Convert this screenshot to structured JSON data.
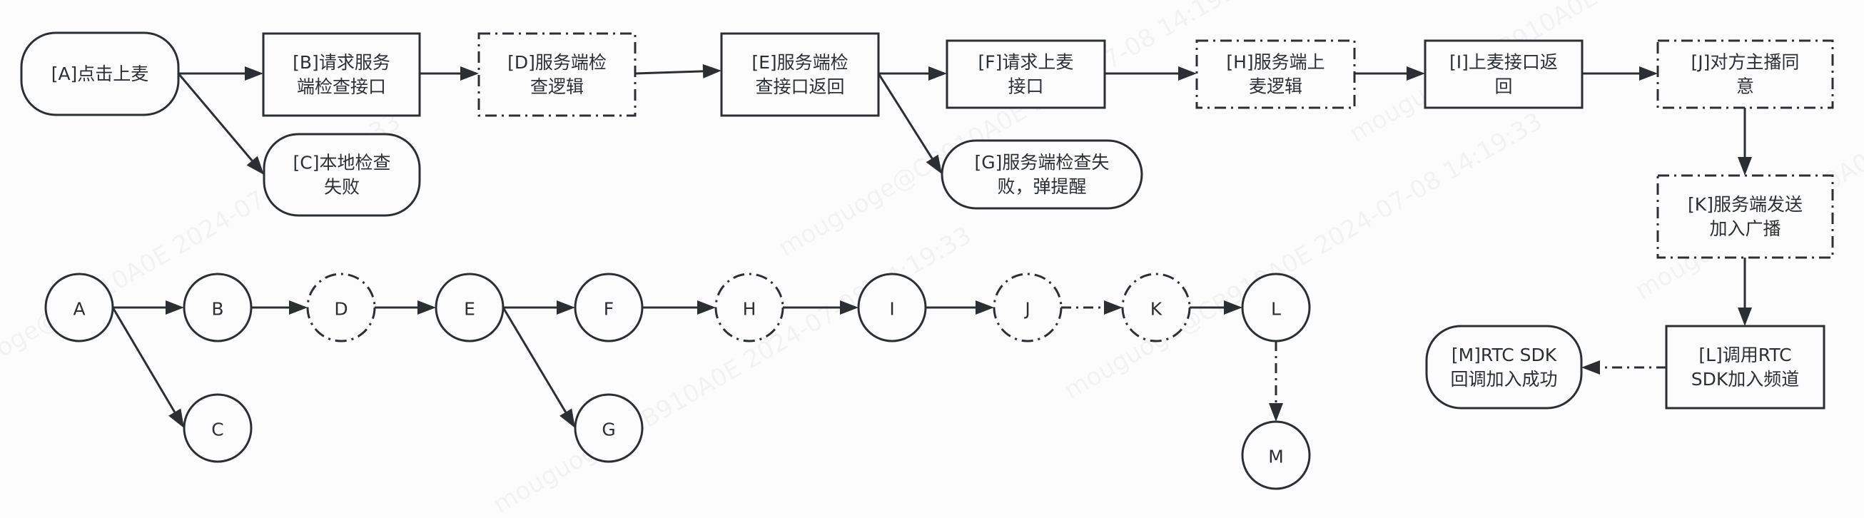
{
  "diagram": {
    "flowchart": {
      "nodes": [
        {
          "id": "A",
          "label_lines": [
            "[A]点击上麦"
          ],
          "shape": "rounded",
          "border": "solid"
        },
        {
          "id": "B",
          "label_lines": [
            "[B]请求服务",
            "端检查接口"
          ],
          "shape": "rect",
          "border": "solid"
        },
        {
          "id": "C",
          "label_lines": [
            "[C]本地检查",
            "失败"
          ],
          "shape": "rounded",
          "border": "solid"
        },
        {
          "id": "D",
          "label_lines": [
            "[D]服务端检",
            "查逻辑"
          ],
          "shape": "rect",
          "border": "dash-dot"
        },
        {
          "id": "E",
          "label_lines": [
            "[E]服务端检",
            "查接口返回"
          ],
          "shape": "rect",
          "border": "solid"
        },
        {
          "id": "F",
          "label_lines": [
            "[F]请求上麦",
            "接口"
          ],
          "shape": "rect",
          "border": "solid"
        },
        {
          "id": "G",
          "label_lines": [
            "[G]服务端检查失",
            "败，弹提醒"
          ],
          "shape": "rounded",
          "border": "solid"
        },
        {
          "id": "H",
          "label_lines": [
            "[H]服务端上",
            "麦逻辑"
          ],
          "shape": "rect",
          "border": "dash-dot"
        },
        {
          "id": "I",
          "label_lines": [
            "[I]上麦接口返",
            "回"
          ],
          "shape": "rect",
          "border": "solid"
        },
        {
          "id": "J",
          "label_lines": [
            "[J]对方主播同",
            "意"
          ],
          "shape": "rect",
          "border": "dash-dot"
        },
        {
          "id": "K",
          "label_lines": [
            "[K]服务端发送",
            "加入广播"
          ],
          "shape": "rect",
          "border": "dash-dot"
        },
        {
          "id": "L",
          "label_lines": [
            "[L]调用RTC",
            "SDK加入频道"
          ],
          "shape": "rect",
          "border": "solid"
        },
        {
          "id": "M",
          "label_lines": [
            "[M]RTC SDK",
            "回调加入成功"
          ],
          "shape": "rounded",
          "border": "solid"
        }
      ],
      "edges": [
        {
          "from": "A",
          "to": "B",
          "style": "solid"
        },
        {
          "from": "A",
          "to": "C",
          "style": "solid"
        },
        {
          "from": "B",
          "to": "D",
          "style": "solid"
        },
        {
          "from": "D",
          "to": "E",
          "style": "solid"
        },
        {
          "from": "E",
          "to": "F",
          "style": "solid"
        },
        {
          "from": "E",
          "to": "G",
          "style": "solid"
        },
        {
          "from": "F",
          "to": "H",
          "style": "solid"
        },
        {
          "from": "H",
          "to": "I",
          "style": "solid"
        },
        {
          "from": "I",
          "to": "J",
          "style": "solid"
        },
        {
          "from": "J",
          "to": "K",
          "style": "solid"
        },
        {
          "from": "K",
          "to": "L",
          "style": "solid"
        },
        {
          "from": "L",
          "to": "M",
          "style": "dash-dot"
        }
      ]
    },
    "graph": {
      "nodes": [
        {
          "id": "A",
          "label": "A",
          "border": "solid"
        },
        {
          "id": "B",
          "label": "B",
          "border": "solid"
        },
        {
          "id": "C",
          "label": "C",
          "border": "solid"
        },
        {
          "id": "D",
          "label": "D",
          "border": "dash-dot"
        },
        {
          "id": "E",
          "label": "E",
          "border": "solid"
        },
        {
          "id": "F",
          "label": "F",
          "border": "solid"
        },
        {
          "id": "G",
          "label": "G",
          "border": "solid"
        },
        {
          "id": "H",
          "label": "H",
          "border": "dash-dot"
        },
        {
          "id": "I",
          "label": "I",
          "border": "solid"
        },
        {
          "id": "J",
          "label": "J",
          "border": "dash-dot"
        },
        {
          "id": "K",
          "label": "K",
          "border": "dash-dot"
        },
        {
          "id": "L",
          "label": "L",
          "border": "solid"
        },
        {
          "id": "M",
          "label": "M",
          "border": "solid"
        }
      ],
      "edges": [
        {
          "from": "A",
          "to": "B",
          "style": "solid"
        },
        {
          "from": "A",
          "to": "C",
          "style": "solid"
        },
        {
          "from": "B",
          "to": "D",
          "style": "solid"
        },
        {
          "from": "D",
          "to": "E",
          "style": "solid"
        },
        {
          "from": "E",
          "to": "F",
          "style": "solid"
        },
        {
          "from": "E",
          "to": "G",
          "style": "solid"
        },
        {
          "from": "F",
          "to": "H",
          "style": "solid"
        },
        {
          "from": "H",
          "to": "I",
          "style": "solid"
        },
        {
          "from": "I",
          "to": "J",
          "style": "solid"
        },
        {
          "from": "J",
          "to": "K",
          "style": "dash-dot"
        },
        {
          "from": "K",
          "to": "L",
          "style": "solid"
        },
        {
          "from": "L",
          "to": "M",
          "style": "dash-dot"
        }
      ]
    },
    "watermark": "mouguoge@CB910A0E 2024-07-08 14:19:33",
    "colors": {
      "stroke": "#2b2f33",
      "background": "#fcfcfc"
    }
  }
}
